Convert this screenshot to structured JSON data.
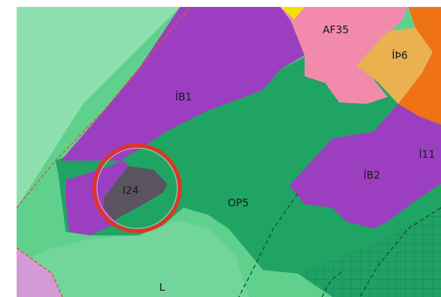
{
  "map": {
    "zones": [
      {
        "id": "IB1",
        "label": "ÍB1",
        "category": "residential",
        "color": "#9b3fc0"
      },
      {
        "id": "IB2",
        "label": "ÍB2",
        "category": "residential",
        "color": "#9b3fc0"
      },
      {
        "id": "I11",
        "label": "Í11",
        "category": "residential",
        "color": "#9b3fc0"
      },
      {
        "id": "AF35",
        "label": "AF35",
        "category": "commercial",
        "color": "#f28bab"
      },
      {
        "id": "IP6",
        "label": "ÍÞ6",
        "category": "service",
        "color": "#e9b14f"
      },
      {
        "id": "OP5",
        "label": "OP5",
        "category": "open-space",
        "color": "#20a464"
      },
      {
        "id": "I24",
        "label": "I24",
        "category": "highlighted",
        "color": "#5a5460"
      },
      {
        "id": "L",
        "label": "L",
        "category": "agricultural",
        "color": "#64d391"
      }
    ],
    "highlight": {
      "target": "I24",
      "color": "#e53223"
    },
    "colors": {
      "background": "#ffffff",
      "light_green": "#5fd18c",
      "mint": "#93e3b3",
      "dark_green": "#20a464",
      "purple": "#9b3fc0",
      "pink": "#f28bab",
      "orange": "#ef7214",
      "yellow": "#f5df06",
      "lilac": "#d39ad8",
      "boundary_red": "#d9573a"
    }
  }
}
